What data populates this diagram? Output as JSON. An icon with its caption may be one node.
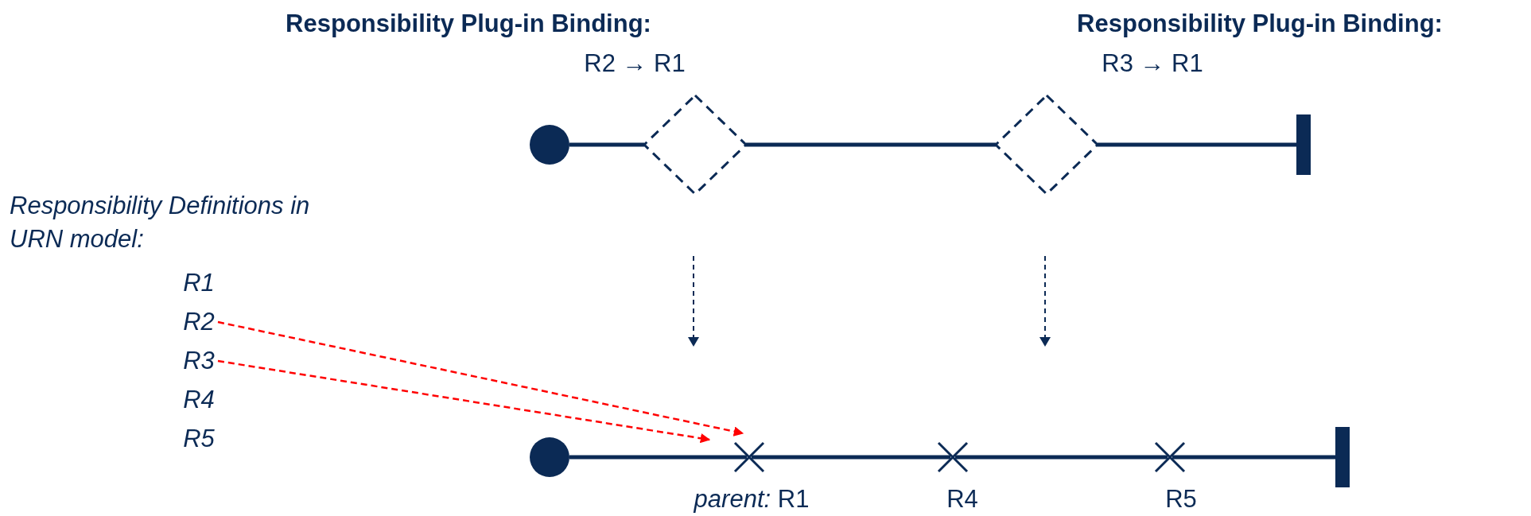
{
  "diagram": {
    "nodes": [
      {
        "text": [],
        "shape": "circle"
      },
      {
        "text": [
          "Responsibility Plug-in Binding:",
          "R2 → R1"
        ]
      },
      {
        "text": [
          "Responsibility Plug-in Binding:",
          "R3 → R1"
        ]
      },
      {
        "text": [],
        "shape": "bar"
      },
      {
        "text": [
          "R1"
        ]
      },
      {
        "text": [
          "R2"
        ]
      },
      {
        "text": [
          "R3"
        ]
      },
      {
        "text": [
          "R4"
        ]
      },
      {
        "text": [
          "R5"
        ]
      },
      {
        "text": [],
        "shape": "circle"
      },
      {
        "text": [
          "*parent:* R1"
        ]
      },
      {
        "text": [
          "R4"
        ]
      },
      {
        "text": [
          "R5"
        ]
      },
      {
        "text": [],
        "shape": "bar"
      }
    ],
    "edges": [
      {
        "from": 0,
        "to": 1,
        "arrow": "none"
      },
      {
        "from": 1,
        "to": 2,
        "arrow": "none"
      },
      {
        "from": 2,
        "to": 3,
        "arrow": "none"
      },
      {
        "from": 9,
        "to": 10,
        "arrow": "none"
      },
      {
        "from": 10,
        "to": 11,
        "arrow": "none"
      },
      {
        "from": 11,
        "to": 12,
        "arrow": "none"
      },
      {
        "from": 12,
        "to": 13,
        "arrow": "none"
      },
      {
        "from": 5,
        "to": 10,
        "arrow": "to",
        "style": "dashed",
        "color": "#ff0000"
      },
      {
        "from": 6,
        "to": 10,
        "arrow": "to",
        "style": "dashed",
        "color": "#ff0000"
      }
    ],
    "labels": [
      "Responsibility Definitions in URN model:"
    ]
  }
}
